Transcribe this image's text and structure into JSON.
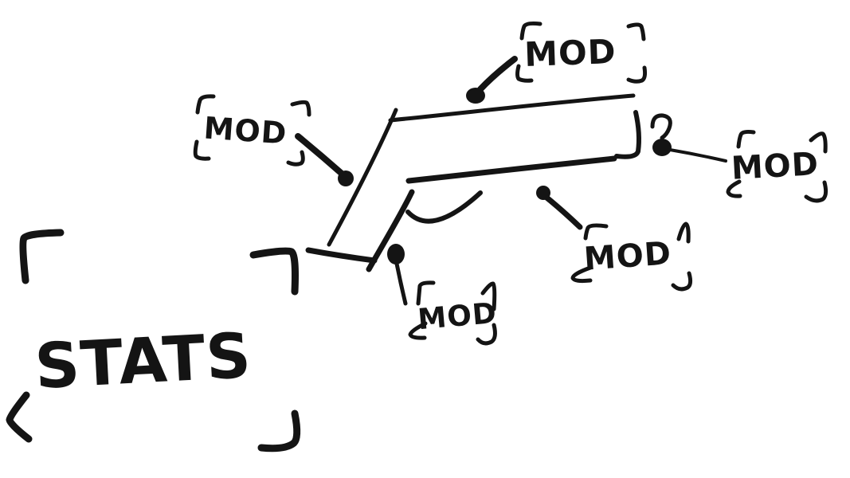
{
  "canvas": {
    "background_color": "#ffffff",
    "ink_color": "#141414",
    "description_labels_visible": [
      "MOD",
      "MOD",
      "MOD",
      "MOD",
      "MOD",
      "STATS"
    ]
  },
  "stats_panel": {
    "label": "STATS"
  },
  "mod_slots": [
    {
      "id": "stock",
      "label": "MOD"
    },
    {
      "id": "top-rail",
      "label": "MOD"
    },
    {
      "id": "muzzle",
      "label": "MOD"
    },
    {
      "id": "underbarrel",
      "label": "MOD"
    },
    {
      "id": "grip",
      "label": "MOD"
    }
  ]
}
